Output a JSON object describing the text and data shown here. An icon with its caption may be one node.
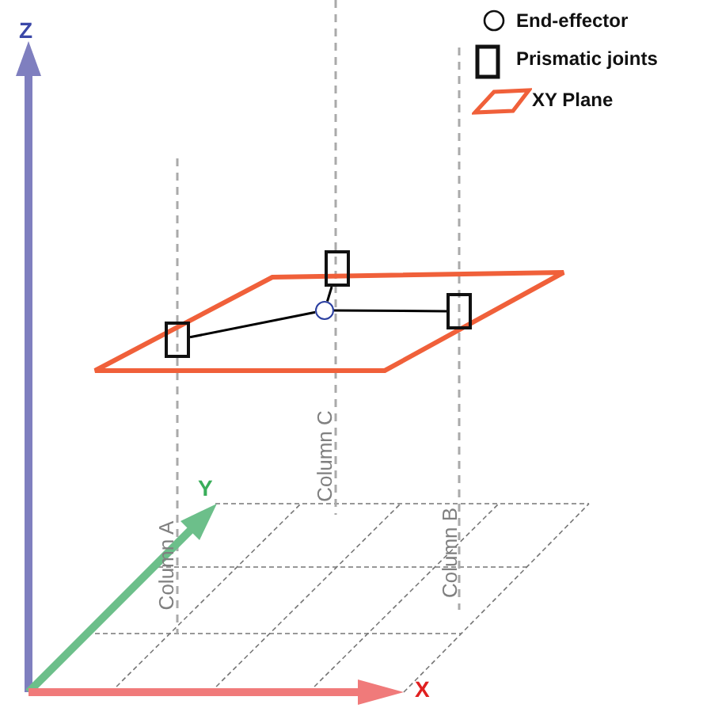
{
  "diagram": {
    "nodes": [
      {
        "text": [],
        "shape": "box"
      },
      {
        "text": [],
        "shape": "box"
      },
      {
        "text": [],
        "shape": "box"
      },
      {
        "text": [],
        "shape": "circle"
      }
    ],
    "edges": [
      {
        "from": 0,
        "to": 3,
        "arrow": "none"
      },
      {
        "from": 1,
        "to": 3,
        "arrow": "none"
      },
      {
        "from": 2,
        "to": 3,
        "arrow": "none"
      }
    ],
    "labels": [
      "Z",
      "Column C",
      "Y",
      "Column A",
      "Column B",
      "X"
    ],
    "legend": [
      {
        "text": "End-effector"
      },
      {
        "text": "Prismatic joints"
      },
      {
        "text": "XY Plane"
      }
    ]
  }
}
